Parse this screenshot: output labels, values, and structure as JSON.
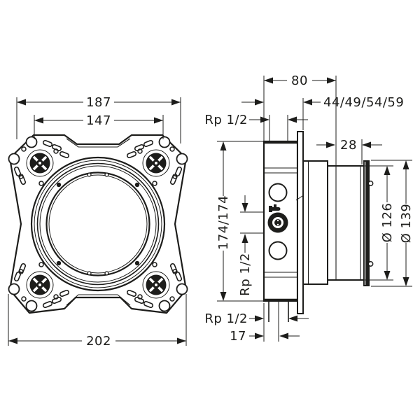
{
  "colors": {
    "ink": "#1d1d1b",
    "background": "#ffffff"
  },
  "front": {
    "dim_hole_span": "187",
    "dim_screw_span": "147",
    "dim_overall_width": "202"
  },
  "side": {
    "dim_depth": "80",
    "dim_wall_options": "44/49/54/59",
    "thread_top": "Rp 1/2",
    "dim_front_unit": "28",
    "dim_height": "174/174",
    "thread_side": "Rp 1/2",
    "dia_body": "Ø 126",
    "dia_flange": "Ø 139",
    "thread_bottom": "Rp 1/2",
    "dim_port_offset": "17"
  }
}
